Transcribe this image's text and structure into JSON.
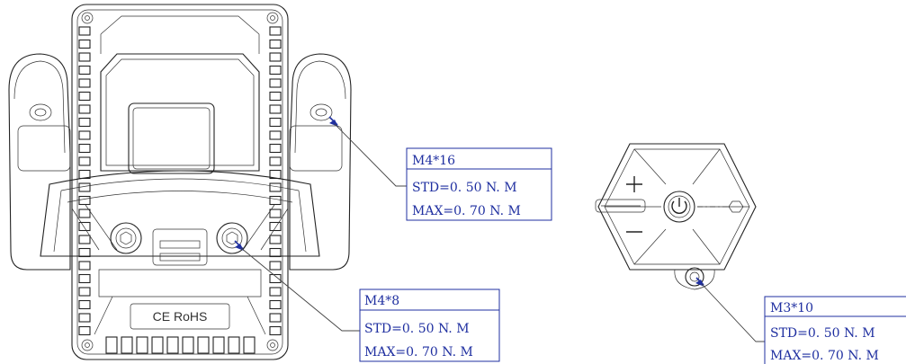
{
  "callouts": [
    {
      "id": "main-top-right",
      "size": "M4*16",
      "std": "STD=0. 50  N. M",
      "max": "MAX=0. 70  N. M"
    },
    {
      "id": "main-bottom-right",
      "size": "M4*8",
      "std": "STD=0. 50  N. M",
      "max": "MAX=0. 70  N. M"
    },
    {
      "id": "small-part",
      "size": "M3*10",
      "std": "STD=0. 50  N. M",
      "max": "MAX=0. 70  N. M"
    }
  ],
  "marking": {
    "certification": "CE RoHS"
  },
  "colors": {
    "callout_text": "#1f2fa0",
    "drawing_lines": "#222222"
  }
}
